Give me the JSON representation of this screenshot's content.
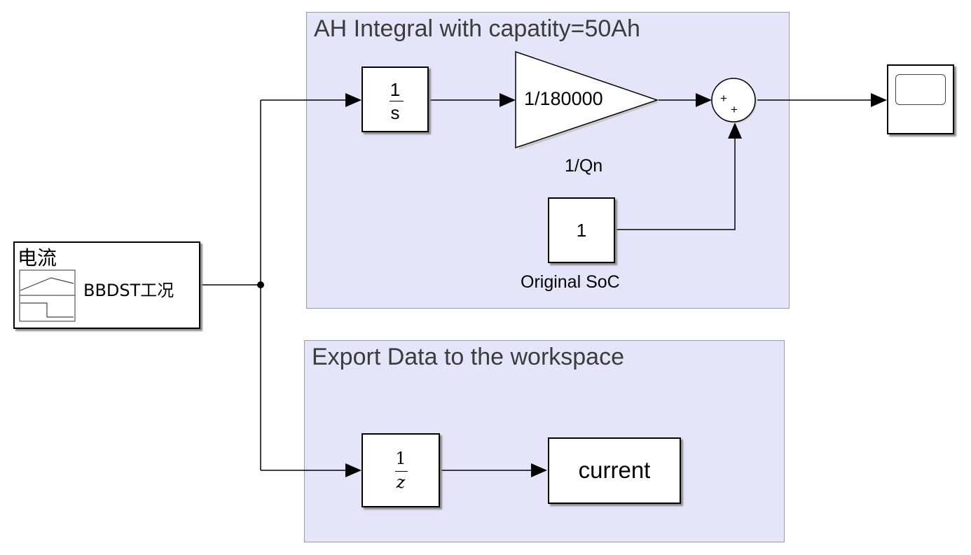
{
  "ah_area": {
    "title": "AH Integral with capatity=50Ah"
  },
  "export_area": {
    "title": "Export Data to the workspace"
  },
  "source_block": {
    "title": "电流",
    "label": "BBDST工况"
  },
  "integrator": {
    "numerator": "1",
    "denominator": "s"
  },
  "gain_block": {
    "value": "1/180000",
    "name": "1/Qn"
  },
  "sum_block": {
    "signs": [
      "+",
      "+"
    ]
  },
  "constant_block": {
    "value": "1",
    "name": "Original SoC"
  },
  "unit_delay": {
    "numerator": "1",
    "denominator": "z"
  },
  "workspace_block": {
    "variable": "current"
  },
  "scope_block": {
    "icon": "scope-screen-icon"
  }
}
